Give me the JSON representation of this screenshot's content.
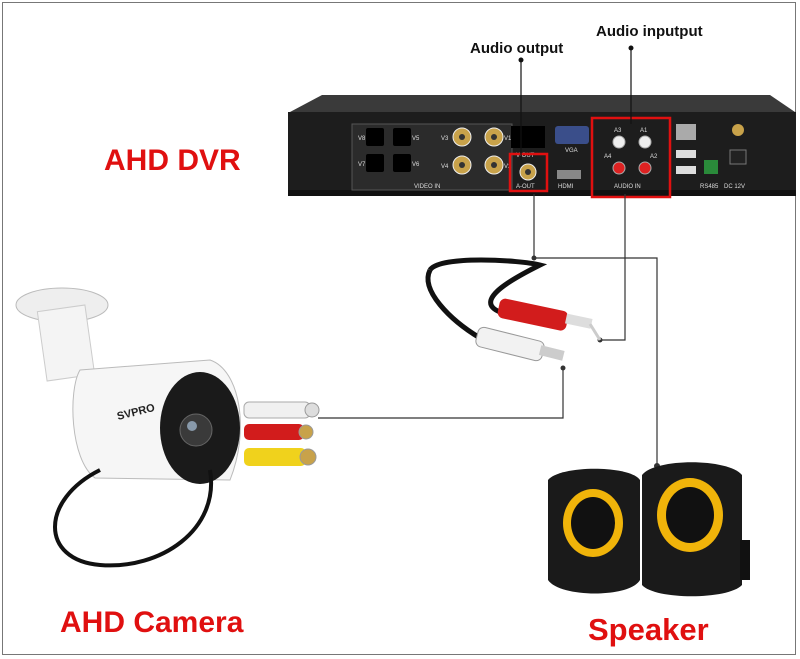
{
  "labels": {
    "audio_output": "Audio output",
    "audio_input": "Audio inputput",
    "dvr": "AHD DVR",
    "camera": "AHD Camera",
    "speaker": "Speaker"
  },
  "dvr_panel": {
    "video_in": "VIDEO IN",
    "audio_in": "AUDIO IN",
    "vga": "VGA",
    "hdmi": "HDMI",
    "a_out": "A-OUT",
    "v_out": "V-OUT",
    "channels": [
      "V1",
      "V2",
      "V3",
      "V4",
      "V5",
      "V6",
      "V7",
      "V8"
    ],
    "audio_channels": [
      "A1",
      "A2",
      "A3",
      "A4"
    ],
    "rs485": "RS485",
    "dc12v": "DC 12V"
  },
  "camera_brand": "SVPRO",
  "colors": {
    "label_red": "#e01010",
    "highlight_box": "#e01010",
    "wire": "#333333"
  }
}
